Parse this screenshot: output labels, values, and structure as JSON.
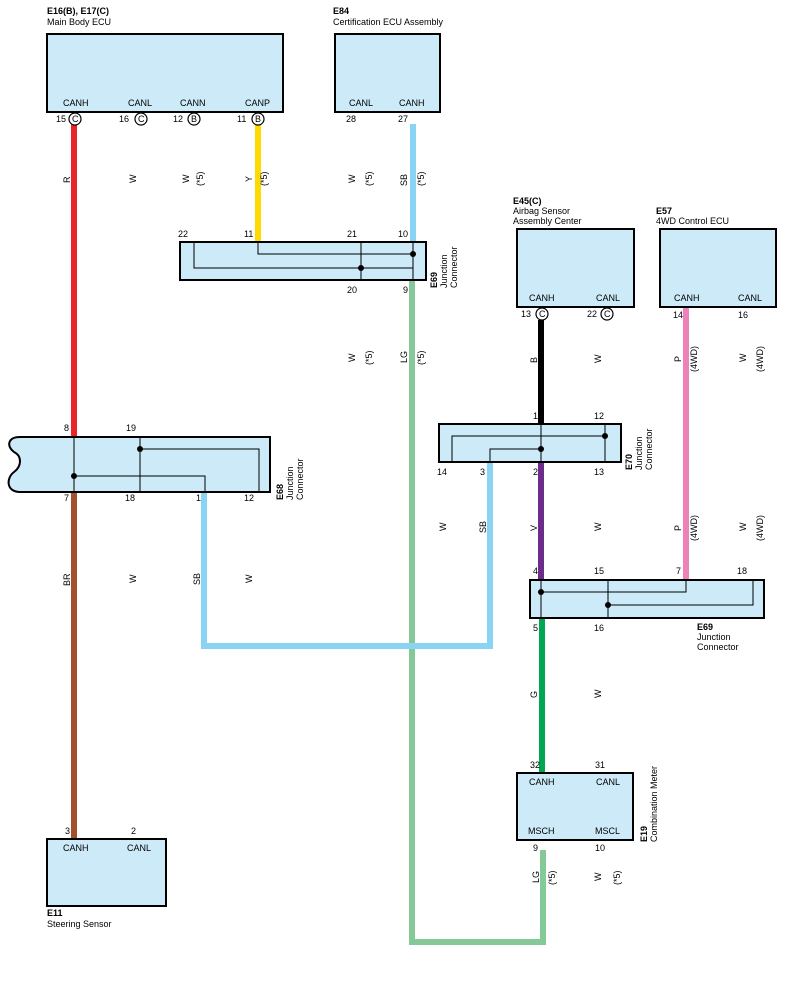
{
  "ecus": {
    "main_body": {
      "code": "E16(B), E17(C)",
      "name": "Main Body ECU",
      "pins": {
        "canh": "CANH",
        "canl": "CANL",
        "cann": "CANN",
        "canp": "CANP"
      },
      "pin_nums": {
        "canh": "15",
        "canl": "16",
        "cann": "12",
        "canp": "11"
      },
      "pin_letters": {
        "canh": "C",
        "canl": "C",
        "cann": "B",
        "canp": "B"
      }
    },
    "certification": {
      "code": "E84",
      "name": "Certification ECU Assembly",
      "pins": {
        "canl": "CANL",
        "canh": "CANH"
      },
      "pin_nums": {
        "canl": "28",
        "canh": "27"
      }
    },
    "airbag": {
      "code": "E45(C)",
      "name_line1": "Airbag Sensor",
      "name_line2": "Assembly Center",
      "pins": {
        "canh": "CANH",
        "canl": "CANL"
      },
      "pin_nums": {
        "canh": "13",
        "canl": "22"
      },
      "pin_letters": {
        "canh": "C",
        "canl": "C"
      }
    },
    "fwd": {
      "code": "E57",
      "name": "4WD Control ECU",
      "pins": {
        "canh": "CANH",
        "canl": "CANL"
      },
      "pin_nums": {
        "canh": "14",
        "canl": "16"
      }
    },
    "steering": {
      "code": "E11",
      "name": "Steering Sensor",
      "pins": {
        "canh": "CANH",
        "canl": "CANL"
      },
      "pin_nums": {
        "canh": "3",
        "canl": "2"
      }
    },
    "meter": {
      "code": "E19",
      "name": "Combination Meter",
      "pins": {
        "canh": "CANH",
        "canl": "CANL",
        "msch": "MSCH",
        "mscl": "MSCL"
      },
      "pin_nums": {
        "canh": "32",
        "canl": "31",
        "msch": "9",
        "mscl": "10"
      }
    }
  },
  "junctions": {
    "jc_top": {
      "code": "E69",
      "label_line1": "Junction",
      "label_line2": "Connector",
      "pins": {
        "p22": "22",
        "p11": "11",
        "p21": "21",
        "p10": "10",
        "p20": "20",
        "p9": "9"
      }
    },
    "jc_e68": {
      "code": "E68",
      "label_line1": "Junction",
      "label_line2": "Connector",
      "pins": {
        "p8": "8",
        "p19": "19",
        "p7": "7",
        "p18": "18",
        "p1": "1",
        "p12": "12"
      }
    },
    "jc_e70": {
      "code": "E70",
      "label_line1": "Junction",
      "label_line2": "Connector",
      "pins": {
        "p1": "1",
        "p12": "12",
        "p14": "14",
        "p3": "3",
        "p2": "2",
        "p13": "13"
      }
    },
    "jc_e69b": {
      "code": "E69",
      "label_line1": "Junction",
      "label_line2": "Connector",
      "pins": {
        "p4": "4",
        "p15": "15",
        "p7": "7",
        "p18": "18",
        "p5": "5",
        "p16": "16"
      }
    }
  },
  "wire_labels": {
    "r": "R",
    "w": "W",
    "y": "Y",
    "sb": "SB",
    "lg": "LG",
    "b": "B",
    "v": "V",
    "p": "P",
    "br": "BR",
    "g": "G",
    "star5": "(*5)",
    "fwd": "(4WD)"
  },
  "colors": {
    "box_fill": "#cdeaf8",
    "red": "#e8252b",
    "yellow": "#ffd900",
    "sky_blue": "#8ad3f3",
    "light_green": "#86c998",
    "black": "#000000",
    "violet": "#6b2c8a",
    "pink": "#ee82b8",
    "brown": "#a0522d",
    "green": "#00a651"
  }
}
